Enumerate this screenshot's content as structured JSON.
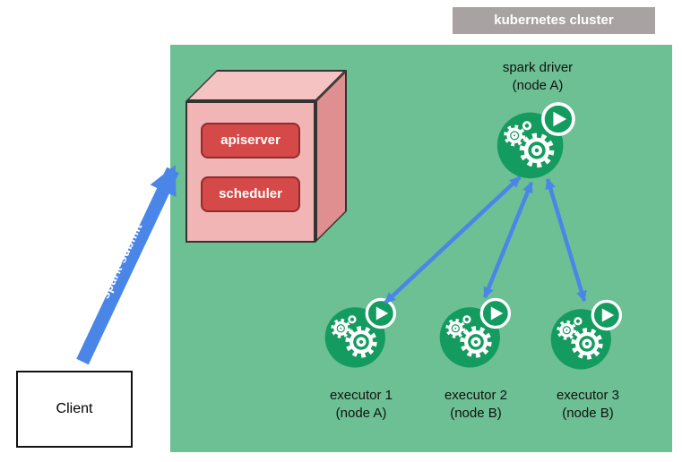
{
  "cluster": {
    "label": "kubernetes cluster"
  },
  "control_plane": {
    "apiserver": "apiserver",
    "scheduler": "scheduler"
  },
  "driver": {
    "title": "spark driver",
    "node": "(node A)"
  },
  "executors": [
    {
      "title": "executor 1",
      "node": "(node A)"
    },
    {
      "title": "executor 2",
      "node": "(node B)"
    },
    {
      "title": "executor 3",
      "node": "(node B)"
    }
  ],
  "client": {
    "label": "Client"
  },
  "spark_submit": {
    "label": "spark-submit"
  },
  "colors": {
    "panel_green": "#6cc093",
    "pod_green": "#149b5f",
    "arrow_blue": "#4a86e8",
    "cube_pink": "#f2b5b5",
    "cube_pink_top": "#f6c3c3",
    "cube_pink_dark": "#df8f8f",
    "box_red": "#d64949",
    "label_gray": "#a9a2a2"
  }
}
